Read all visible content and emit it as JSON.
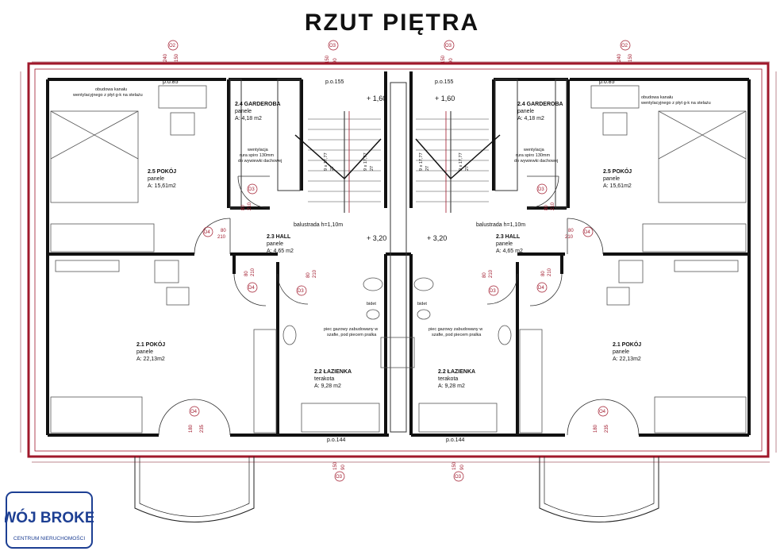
{
  "title": "RZUT PIĘTRA",
  "rooms": [
    {
      "id": "left-pokoj-25",
      "name": "2.5 POKÓJ",
      "finish": "panele",
      "area": "A: 15,61m2"
    },
    {
      "id": "left-garderoba",
      "name": "2.4 GARDEROBA",
      "finish": "panele",
      "area": "A: 4,18 m2"
    },
    {
      "id": "left-hall",
      "name": "2.3 HALL",
      "finish": "panele",
      "area": "A: 4,65 m2"
    },
    {
      "id": "left-pokoj-21",
      "name": "2.1 POKÓJ",
      "finish": "panele",
      "area": "A: 22,13m2"
    },
    {
      "id": "left-lazienka",
      "name": "2.2 ŁAZIENKA",
      "finish": "terakota",
      "area": "A: 9,28 m2"
    },
    {
      "id": "right-lazienka",
      "name": "2.2 ŁAZIENKA",
      "finish": "terakota",
      "area": "A: 9,28 m2"
    },
    {
      "id": "right-hall",
      "name": "2.3 HALL",
      "finish": "panele",
      "area": "A: 4,65 m2"
    },
    {
      "id": "right-garderoba",
      "name": "2.4 GARDEROBA",
      "finish": "panele",
      "area": "A: 4,18 m2"
    },
    {
      "id": "right-pokoj-25",
      "name": "2.5 POKÓJ",
      "finish": "panele",
      "area": "A: 15,61m2"
    },
    {
      "id": "right-pokoj-21",
      "name": "2.1 POKÓJ",
      "finish": "panele",
      "area": "A: 22,13m2"
    }
  ],
  "levels": {
    "upper": "+ 1,60",
    "landing": "+ 3,20"
  },
  "notes": {
    "vent_1": "obudowa kanału",
    "vent_2": "wentylacyjnego z płyt g-k na stelażu",
    "vent_3": "wentylacja",
    "vent_4": "rura spiro 130mm",
    "vent_5": "do wywiewki dachowej",
    "balustrade": "balustrada h=1,10m",
    "stove_1": "piec gazowy zabudowany w",
    "stove_2": "szafie, pod piecem pralka",
    "bidet": "bidet"
  },
  "sills": {
    "top_outer": "p.o.85",
    "top_inner": "p.o.155",
    "bottom": "p.o.144"
  },
  "stairs": {
    "run": "9 x 17,77",
    "tread": "27"
  },
  "doors": {
    "D3": "D3",
    "D4": "D4",
    "O2": "O2",
    "O3": "O3",
    "O4": "O4",
    "d80": "80",
    "d210": "210",
    "d240": "240",
    "d150": "150",
    "d90": "90",
    "d180": "180",
    "d235": "235"
  },
  "logo": {
    "name": "TWÓJ BROKER",
    "tagline": "CENTRUM NIERUCHOMOŚCI"
  },
  "colors": {
    "outline": "#a0182b",
    "wall": "#111111",
    "logo_blue": "#1d3f93"
  }
}
